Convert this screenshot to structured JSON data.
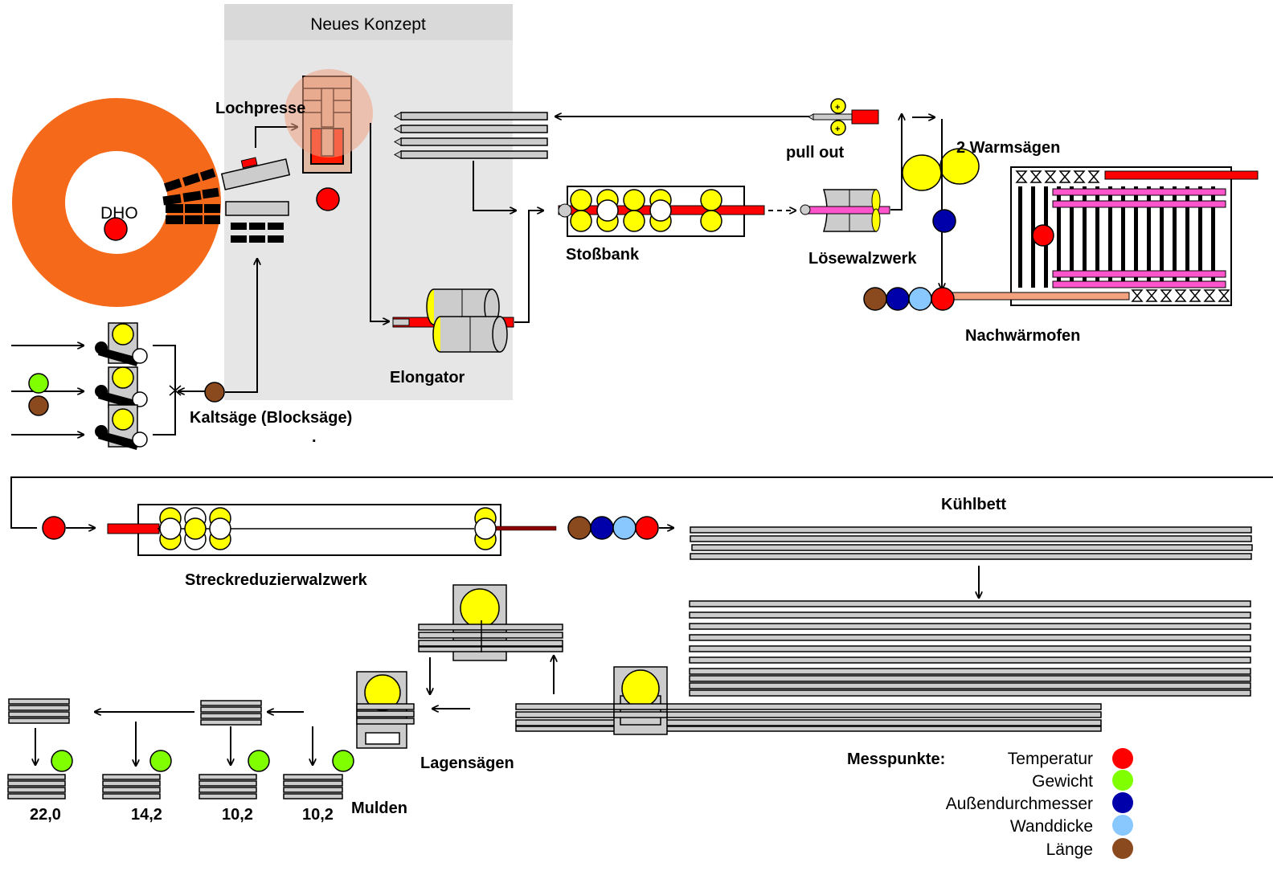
{
  "colors": {
    "temperatur": "#ff0000",
    "gewicht": "#80ff00",
    "aussendurchmesser": "#0000aa",
    "wanddicke": "#88c8ff",
    "laenge": "#8b4a1e",
    "ring": "#f56a1a",
    "yellow": "#ffff00",
    "concept_bg": "#e6e6e6",
    "concept_header": "#d9d9d9"
  },
  "labels": {
    "neues_konzept": "Neues Konzept",
    "lochpresse": "Lochpresse",
    "dho": "DHO",
    "pull_out": "pull out",
    "warmsaegen": "2 Warmsägen",
    "stossbank": "Stoßbank",
    "loesewalzwerk": "Lösewalzwerk",
    "nachwaermofen": "Nachwärmofen",
    "elongator": "Elongator",
    "kaltsaege": "Kaltsäge (Blocksäge)",
    "kaltsaege_dot": ".",
    "streckreduzierwalzwerk": "Streckreduzierwalzwerk",
    "kuehlbett": "Kühlbett",
    "lagensaegen": "Lagensägen",
    "mulden": "Mulden"
  },
  "mulden_values": [
    "22,0",
    "14,2",
    "10,2",
    "10,2"
  ],
  "legend": {
    "title": "Messpunkte:",
    "items": [
      {
        "label": "Temperatur",
        "color": "#ff0000"
      },
      {
        "label": "Gewicht",
        "color": "#80ff00"
      },
      {
        "label": "Außendurchmesser",
        "color": "#0000aa"
      },
      {
        "label": "Wanddicke",
        "color": "#88c8ff"
      },
      {
        "label": "Länge",
        "color": "#8b4a1e"
      }
    ]
  }
}
